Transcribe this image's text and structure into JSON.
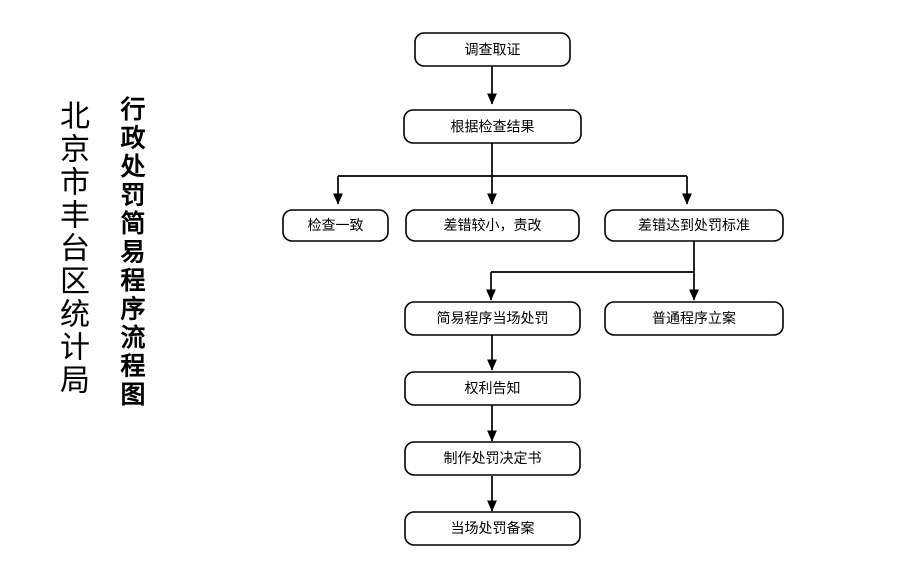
{
  "document": {
    "background_color": "#ffffff",
    "line_color": "#000000",
    "box_fill": "#ffffff",
    "org_title": "北京市丰台区统计局",
    "chart_title": "行政处罚简易程序流程图"
  },
  "flowchart": {
    "type": "flowchart",
    "orientation": "top-to-bottom",
    "nodes": [
      {
        "id": "n1",
        "label": "调查取证"
      },
      {
        "id": "n2",
        "label": "根据检查结果"
      },
      {
        "id": "n3",
        "label": "检查一致"
      },
      {
        "id": "n4",
        "label": "差错较小，责改"
      },
      {
        "id": "n5",
        "label": "差错达到处罚标准"
      },
      {
        "id": "n6",
        "label": "简易程序当场处罚"
      },
      {
        "id": "n7",
        "label": "普通程序立案"
      },
      {
        "id": "n8",
        "label": "权利告知"
      },
      {
        "id": "n9",
        "label": "制作处罚决定书"
      },
      {
        "id": "n10",
        "label": "当场处罚备案"
      }
    ],
    "edges": [
      {
        "from": "n1",
        "to": "n2"
      },
      {
        "from": "n2",
        "to": "n3"
      },
      {
        "from": "n2",
        "to": "n4"
      },
      {
        "from": "n2",
        "to": "n5"
      },
      {
        "from": "n5",
        "to": "n6"
      },
      {
        "from": "n5",
        "to": "n7"
      },
      {
        "from": "n6",
        "to": "n8"
      },
      {
        "from": "n8",
        "to": "n9"
      },
      {
        "from": "n9",
        "to": "n10"
      }
    ]
  }
}
